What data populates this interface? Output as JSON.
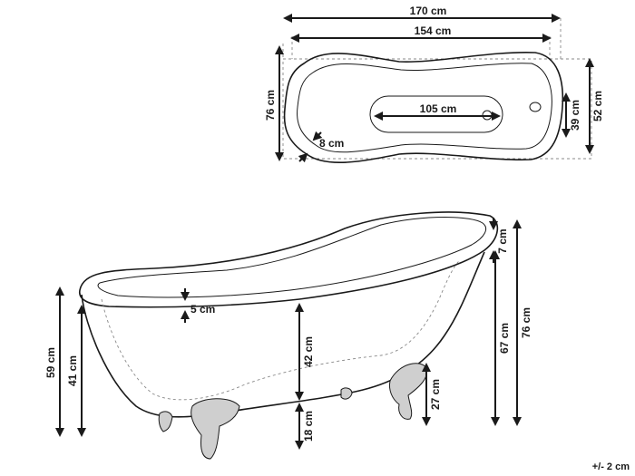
{
  "diagram": {
    "top_view": {
      "width_total": "170 cm",
      "width_inner": "154 cm",
      "floor_length": "105 cm",
      "height_total": "76 cm",
      "height_inner": "52 cm",
      "floor_width": "39 cm",
      "rim_width": "8 cm"
    },
    "side_view": {
      "rim_thickness": "5 cm",
      "inner_depth": "42 cm",
      "leg_clearance": "18 cm",
      "left_outer": "59 cm",
      "left_inner": "41 cm",
      "foot_height": "27 cm",
      "head_rim": "7 cm",
      "head_inner": "67 cm",
      "head_total": "76 cm"
    },
    "tolerance": "+/- 2 cm"
  }
}
